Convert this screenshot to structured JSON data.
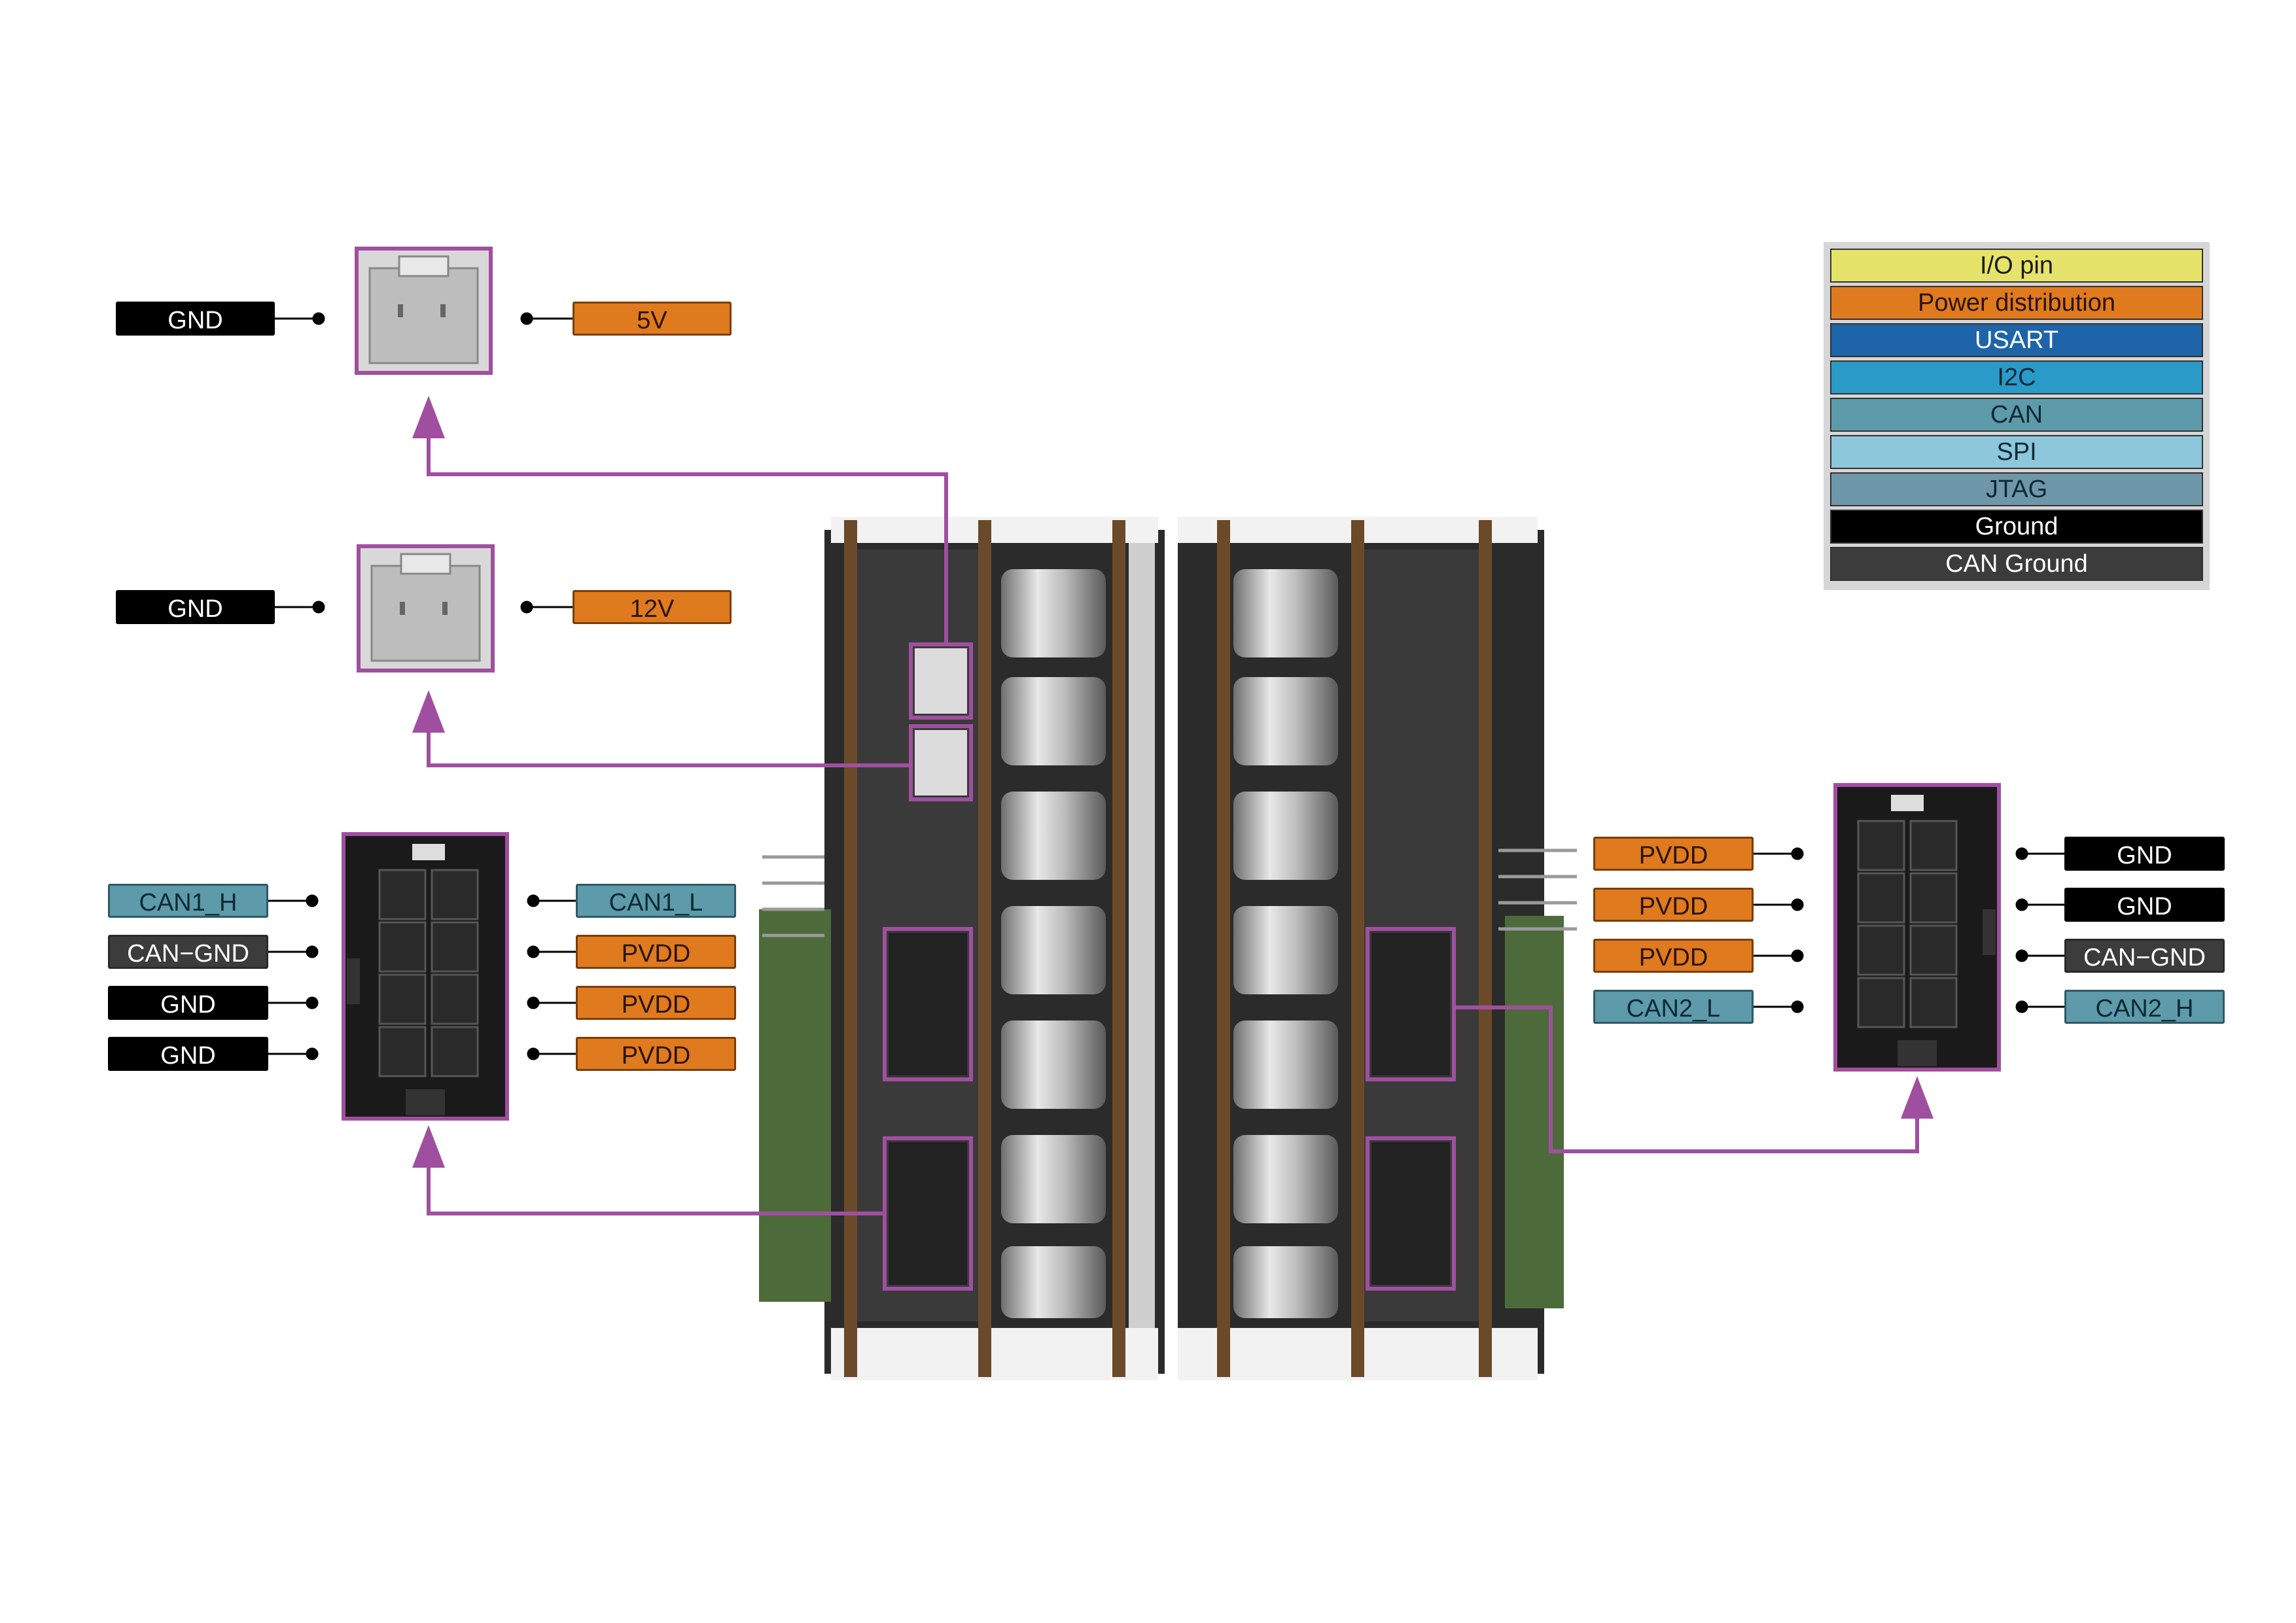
{
  "colors": {
    "highlight": "#a04fa0",
    "io": "#e6e36a",
    "power": "#e07a1f",
    "usart": "#1e64a8",
    "i2c": "#2a9ac8",
    "can": "#5d9aaa",
    "spi": "#8cc7dc",
    "jtag": "#6f97aa",
    "ground": "#000000",
    "can_ground": "#3c3c3c"
  },
  "legend": [
    {
      "label": "I/O pin",
      "color": "#e6e36a",
      "text_color": "#1a1a1a"
    },
    {
      "label": "Power distribution",
      "color": "#e07a1f",
      "text_color": "#2a1400"
    },
    {
      "label": "USART",
      "color": "#1e64a8",
      "text_color": "#ffffff"
    },
    {
      "label": "I2C",
      "color": "#2a9ac8",
      "text_color": "#0b2a3a"
    },
    {
      "label": "CAN",
      "color": "#5d9aaa",
      "text_color": "#0c2a33"
    },
    {
      "label": "SPI",
      "color": "#8cc7dc",
      "text_color": "#0c2a33"
    },
    {
      "label": "JTAG",
      "color": "#6f97aa",
      "text_color": "#0c2a33"
    },
    {
      "label": "Ground",
      "color": "#000000",
      "text_color": "#ffffff"
    },
    {
      "label": "CAN Ground",
      "color": "#3c3c3c",
      "text_color": "#ffffff"
    }
  ],
  "connector_5v": {
    "left_pin": "GND",
    "right_pin": "5V"
  },
  "connector_12v": {
    "left_pin": "GND",
    "right_pin": "12V"
  },
  "connector_can1": {
    "left_pins": [
      "CAN1_H",
      "CAN−GND",
      "GND",
      "GND"
    ],
    "right_pins": [
      "CAN1_L",
      "PVDD",
      "PVDD",
      "PVDD"
    ]
  },
  "connector_can2": {
    "left_pins": [
      "PVDD",
      "PVDD",
      "PVDD",
      "CAN2_L"
    ],
    "right_pins": [
      "GND",
      "GND",
      "CAN−GND",
      "CAN2_H"
    ]
  }
}
